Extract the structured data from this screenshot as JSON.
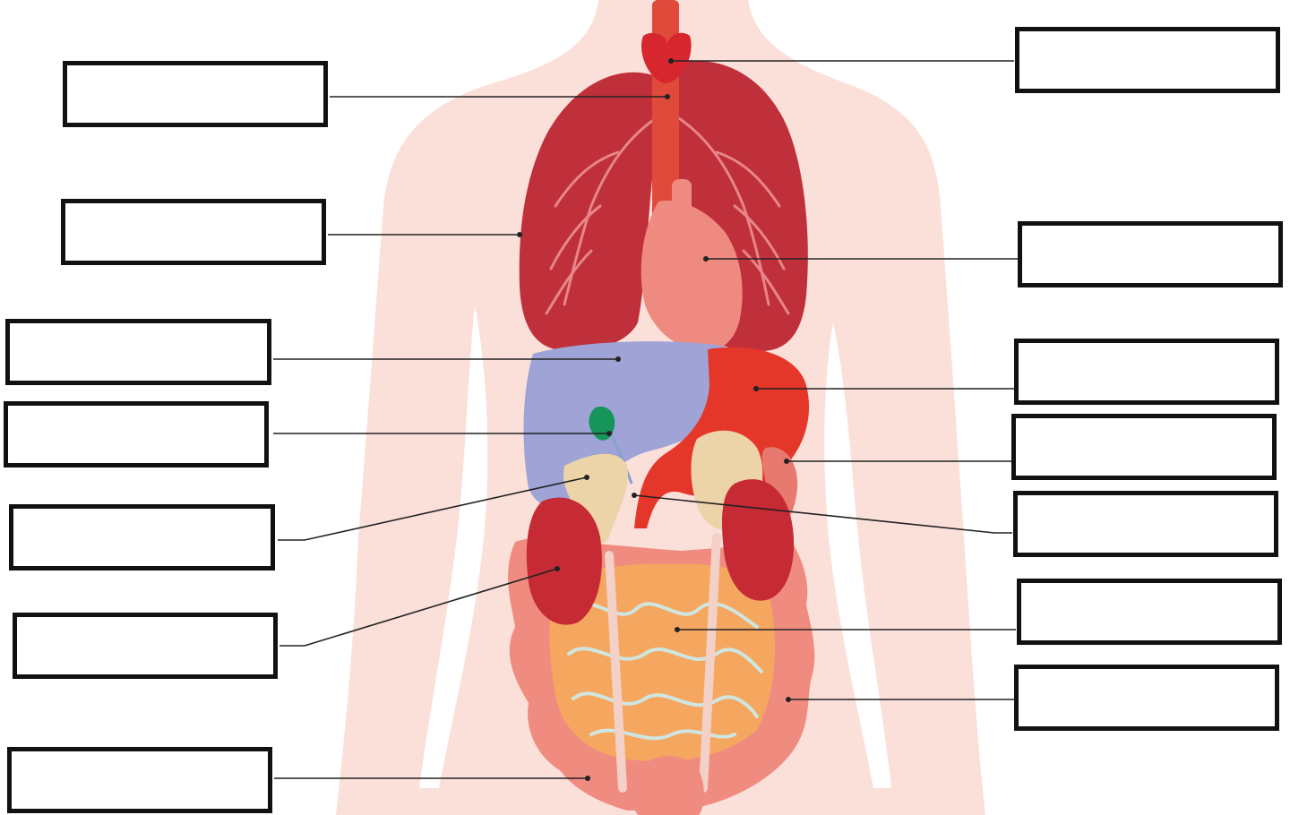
{
  "colors": {
    "background": "#ffffff",
    "body_silhouette": "#fbe0da",
    "lungs": "#c0303a",
    "lung_bronchi": "#e7868a",
    "trachea": "#e04a3a",
    "thyroid": "#d8262f",
    "heart": "#ee8a80",
    "liver": "#9fa3d6",
    "gallbladder": "#16955b",
    "stomach": "#e5362a",
    "pancreas": "#ecd4a8",
    "spleen": "#e8796f",
    "kidneys": "#c52a35",
    "small_intestine": "#f5a65f",
    "large_intestine": "#f08b80",
    "leader_line": "#222222",
    "box_border": "#111111"
  },
  "labels": {
    "left": [
      {
        "organ": "trachea",
        "text": ""
      },
      {
        "organ": "lung",
        "text": ""
      },
      {
        "organ": "liver",
        "text": ""
      },
      {
        "organ": "gallbladder",
        "text": ""
      },
      {
        "organ": "pancreas",
        "text": ""
      },
      {
        "organ": "kidney",
        "text": ""
      },
      {
        "organ": "appendix",
        "text": ""
      }
    ],
    "right": [
      {
        "organ": "thyroid",
        "text": ""
      },
      {
        "organ": "heart",
        "text": ""
      },
      {
        "organ": "stomach",
        "text": ""
      },
      {
        "organ": "spleen",
        "text": ""
      },
      {
        "organ": "duodenum",
        "text": ""
      },
      {
        "organ": "small-intestine",
        "text": ""
      },
      {
        "organ": "large-intestine",
        "text": ""
      }
    ]
  }
}
